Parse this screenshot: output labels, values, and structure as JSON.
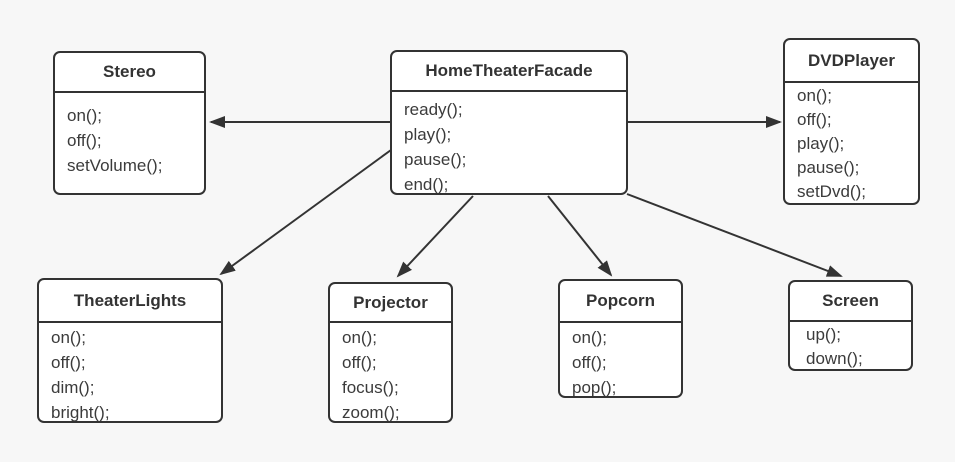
{
  "diagram": {
    "classes": [
      {
        "id": "facade",
        "name": "HomeTheaterFacade",
        "methods": [
          "ready();",
          "play();",
          "pause();",
          "end();"
        ]
      },
      {
        "id": "stereo",
        "name": "Stereo",
        "methods": [
          "on();",
          "off();",
          "setVolume();"
        ]
      },
      {
        "id": "dvdplayer",
        "name": "DVDPlayer",
        "methods": [
          "on();",
          "off();",
          "play();",
          "pause();",
          "setDvd();"
        ]
      },
      {
        "id": "theaterlights",
        "name": "TheaterLights",
        "methods": [
          "on();",
          "off();",
          "dim();",
          "bright();"
        ]
      },
      {
        "id": "projector",
        "name": "Projector",
        "methods": [
          "on();",
          "off();",
          "focus();",
          "zoom();"
        ]
      },
      {
        "id": "popcorn",
        "name": "Popcorn",
        "methods": [
          "on();",
          "off();",
          "pop();"
        ]
      },
      {
        "id": "screen",
        "name": "Screen",
        "methods": [
          "up();",
          "down();"
        ]
      }
    ],
    "relations": [
      {
        "from": "HomeTheaterFacade",
        "to": "Stereo"
      },
      {
        "from": "HomeTheaterFacade",
        "to": "DVDPlayer"
      },
      {
        "from": "HomeTheaterFacade",
        "to": "TheaterLights"
      },
      {
        "from": "HomeTheaterFacade",
        "to": "Projector"
      },
      {
        "from": "HomeTheaterFacade",
        "to": "Popcorn"
      },
      {
        "from": "HomeTheaterFacade",
        "to": "Screen"
      }
    ],
    "colors": {
      "background": "#f7f7f7",
      "box_fill": "#ffffff",
      "stroke": "#333333",
      "text": "#3b3b3b"
    }
  }
}
